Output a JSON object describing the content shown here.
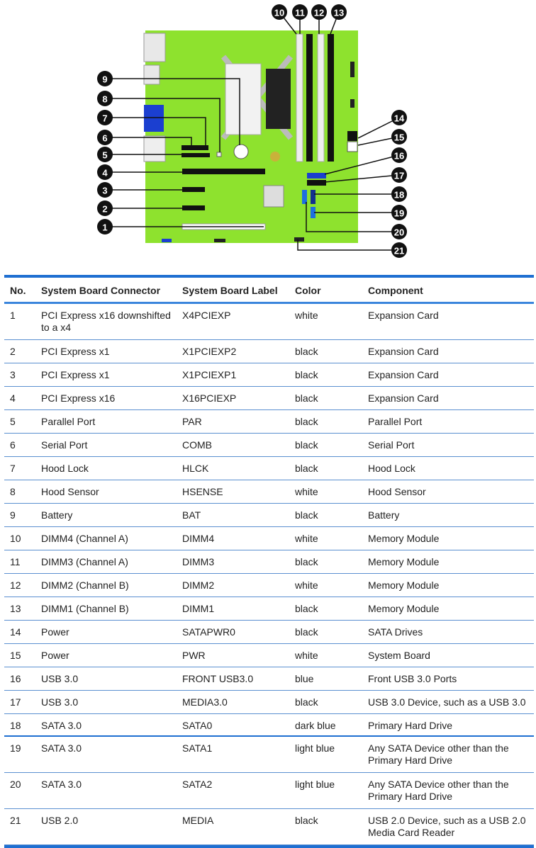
{
  "diagram": {
    "callouts": [
      "1",
      "2",
      "3",
      "4",
      "5",
      "6",
      "7",
      "8",
      "9",
      "10",
      "11",
      "12",
      "13",
      "14",
      "15",
      "16",
      "17",
      "18",
      "19",
      "20",
      "21"
    ],
    "board_color": "#8ee22e"
  },
  "table": {
    "headers": [
      "No.",
      "System Board Connector",
      "System Board Label",
      "Color",
      "Component"
    ],
    "rows": [
      [
        "1",
        "PCI Express x16 downshifted to a x4",
        "X4PCIEXP",
        "white",
        "Expansion Card"
      ],
      [
        "2",
        "PCI Express x1",
        "X1PCIEXP2",
        "black",
        "Expansion Card"
      ],
      [
        "3",
        "PCI Express x1",
        "X1PCIEXP1",
        "black",
        "Expansion Card"
      ],
      [
        "4",
        "PCI Express x16",
        "X16PCIEXP",
        "black",
        "Expansion Card"
      ],
      [
        "5",
        "Parallel Port",
        "PAR",
        "black",
        "Parallel Port"
      ],
      [
        "6",
        "Serial Port",
        "COMB",
        "black",
        "Serial Port"
      ],
      [
        "7",
        "Hood Lock",
        "HLCK",
        "black",
        "Hood Lock"
      ],
      [
        "8",
        "Hood Sensor",
        "HSENSE",
        "white",
        "Hood Sensor"
      ],
      [
        "9",
        "Battery",
        "BAT",
        "black",
        "Battery"
      ],
      [
        "10",
        "DIMM4 (Channel A)",
        "DIMM4",
        "white",
        "Memory Module"
      ],
      [
        "11",
        "DIMM3 (Channel A)",
        "DIMM3",
        "black",
        "Memory Module"
      ],
      [
        "12",
        "DIMM2 (Channel B)",
        "DIMM2",
        "white",
        "Memory Module"
      ],
      [
        "13",
        "DIMM1 (Channel B)",
        "DIMM1",
        "black",
        "Memory Module"
      ],
      [
        "14",
        "Power",
        "SATAPWR0",
        "black",
        "SATA Drives"
      ],
      [
        "15",
        "Power",
        "PWR",
        "white",
        "System Board"
      ],
      [
        "16",
        "USB 3.0",
        "FRONT USB3.0",
        "blue",
        "Front USB 3.0 Ports"
      ],
      [
        "17",
        "USB 3.0",
        "MEDIA3.0",
        "black",
        "USB 3.0 Device, such as a USB 3.0"
      ],
      [
        "18",
        "SATA 3.0",
        "SATA0",
        "dark blue",
        "Primary Hard Drive"
      ],
      [
        "19",
        "SATA 3.0",
        "SATA1",
        "light blue",
        "Any SATA Device other than the Primary Hard Drive"
      ],
      [
        "20",
        "SATA 3.0",
        "SATA2",
        "light blue",
        "Any SATA Device other than the Primary Hard Drive"
      ],
      [
        "21",
        "USB 2.0",
        "MEDIA",
        "black",
        "USB 2.0 Device, such as a USB 2.0 Media Card Reader"
      ]
    ]
  }
}
